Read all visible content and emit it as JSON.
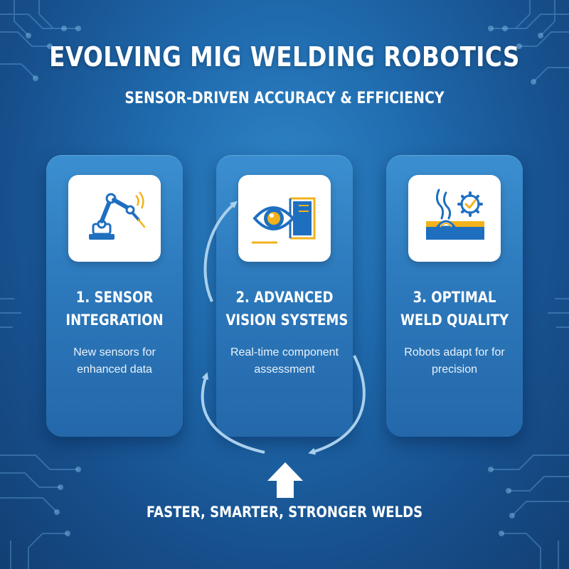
{
  "header": {
    "title": "EVOLVING MIG WELDING ROBOTICS",
    "subtitle": "SENSOR-DRIVEN ACCURACY & EFFICIENCY"
  },
  "steps": [
    {
      "title_line1": "1. SENSOR",
      "title_line2": "INTEGRATION",
      "description": "New sensors for enhanced data",
      "icon": "robotic-arm-icon"
    },
    {
      "title_line1": "2. ADVANCED",
      "title_line2": "VISION SYSTEMS",
      "description": "Real-time component assessment",
      "icon": "eye-scanner-icon"
    },
    {
      "title_line1": "3. OPTIMAL",
      "title_line2": "WELD QUALITY",
      "description": "Robots adapt for for precision",
      "icon": "weld-bead-gear-icon"
    }
  ],
  "footer": {
    "tagline": "FASTER, SMARTER, STRONGER WELDS",
    "arrow_icon": "up-arrow-icon"
  },
  "colors": {
    "background": "#1f6aad",
    "card": "#2c79bc",
    "icon_blue": "#1f6fc0",
    "icon_gold": "#f2b21b",
    "cycle_arrow": "#a9d0ec"
  }
}
